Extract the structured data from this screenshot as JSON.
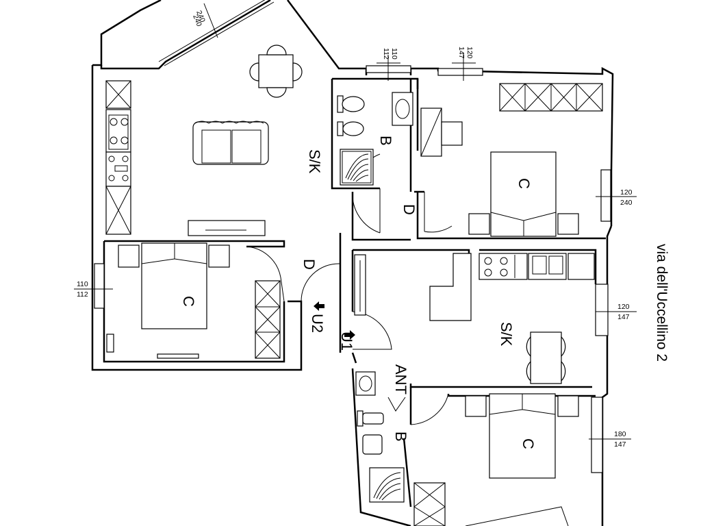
{
  "rooms": {
    "living_top": "S/K",
    "bath_top": "B",
    "hall_top": "D",
    "bed_top_right": "C",
    "bed_left": "C",
    "hall_left": "D",
    "unit_2": "U2",
    "unit_1": "U1",
    "living_right": "S/K",
    "ante": "ANT",
    "bath_bottom": "B",
    "bed_bottom_right": "C"
  },
  "dimensions": {
    "win_top_left": [
      "240",
      "240"
    ],
    "win_top_bath": [
      "110",
      "112"
    ],
    "win_top_bed": [
      "120",
      "147"
    ],
    "win_right_top": [
      "120",
      "240"
    ],
    "win_left": [
      "110",
      "112"
    ],
    "win_right_mid": [
      "120",
      "147"
    ],
    "win_right_bottom": [
      "180",
      "147"
    ]
  },
  "street": "via dell'Uccellino 2",
  "icons": [
    "door-swing-icon",
    "entrance-arrow-icon",
    "shower-icon",
    "toilet-icon",
    "sink-icon",
    "stove-icon",
    "bed-icon",
    "sofa-icon",
    "table-icon",
    "wardrobe-icon"
  ]
}
